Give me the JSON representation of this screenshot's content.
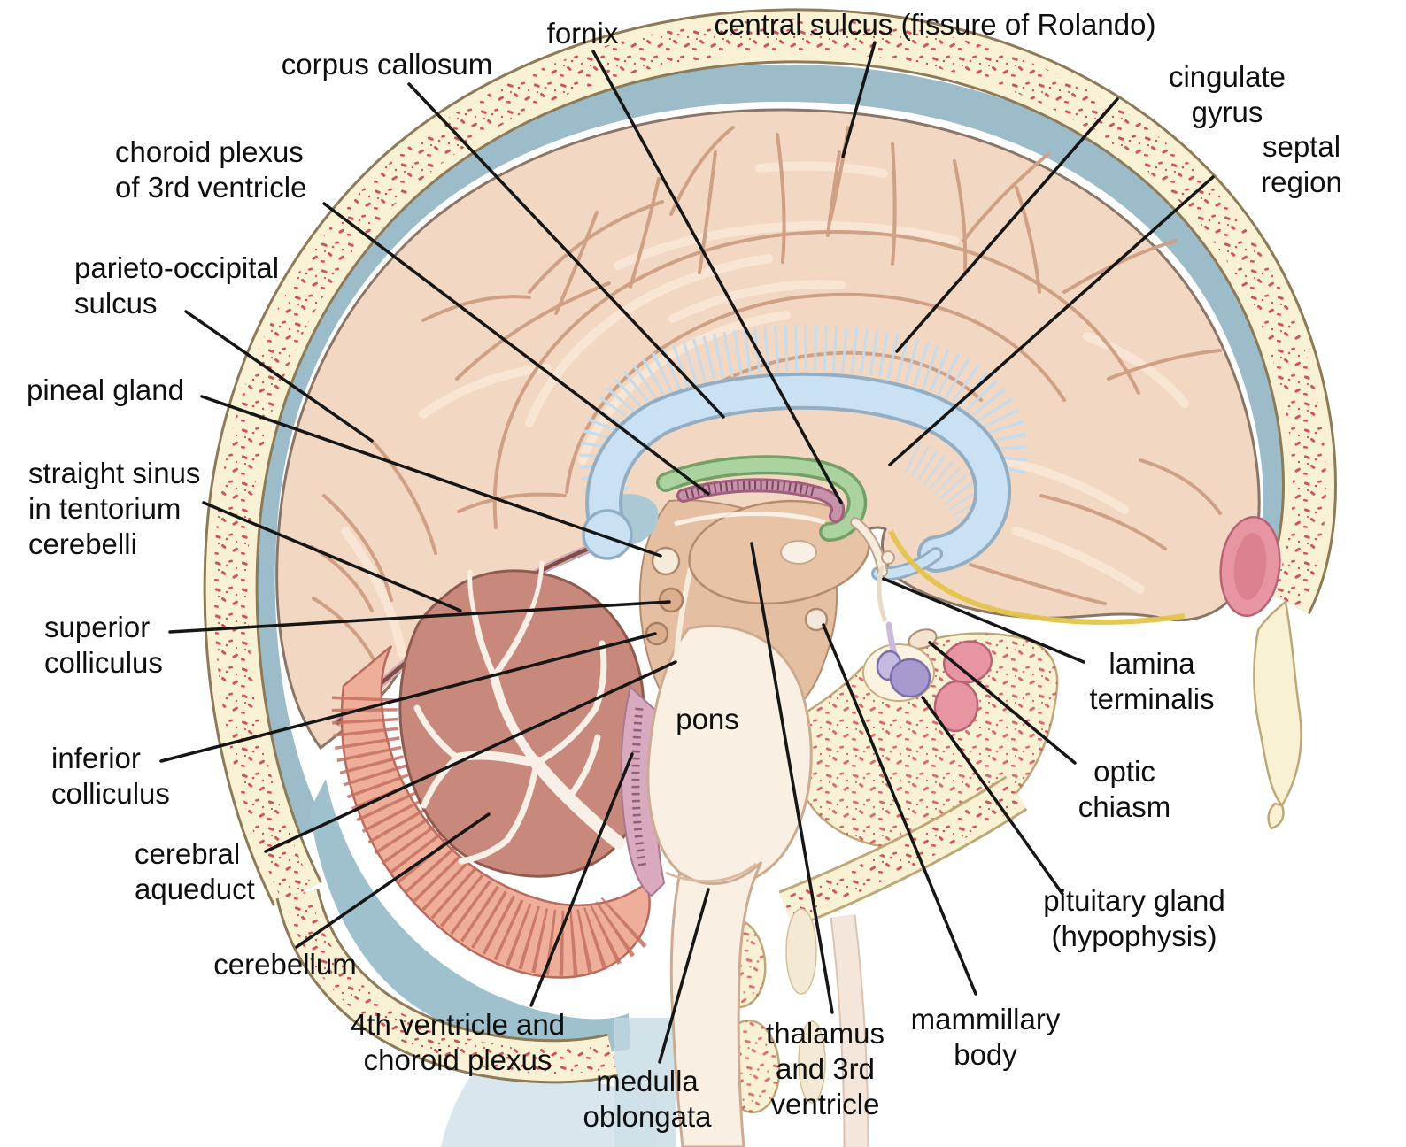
{
  "figure": {
    "subject": "Midsagittal section of the human brain and skull (anatomical diagram)",
    "background": "#ffffff"
  },
  "colors": {
    "leader_line": "#161616",
    "label_text": "#0f0f0f",
    "cortex": "#f2d8c2",
    "cortex_highlight": "#fbeada",
    "sulcus_line": "#cfa083",
    "csf_space_blue": "#9dbcca",
    "skull_bone_cream": "#f9f1d4",
    "bone_marrow_speckle": "#cb4050",
    "bone_edge": "#8d7a58",
    "corpus_callosum_blue": "#c9e1f3",
    "fornix_green": "#abd3a0",
    "choroid_plexus_mauve": "#c793ab",
    "thalamus_tan": "#e9c3a6",
    "brainstem_cream": "#f9efe3",
    "cerebellum_folia": "#efae9a",
    "cerebellum_body": "#c8897c",
    "arbor_vitae_white": "#f8efe6",
    "pituitary_purple": "#a899cf",
    "sinus_pink": "#e795a3",
    "hypothalamic_yellow": "#e3c44c",
    "fourth_ventricle_pink": "#d9aabf",
    "tentorium_brown": "#7c4f42"
  },
  "labels": [
    {
      "id": "fornix",
      "text": "fornix"
    },
    {
      "id": "central-sulcus",
      "text": "central sulcus (fissure of Rolando)"
    },
    {
      "id": "corpus-callosum",
      "text": "corpus callosum"
    },
    {
      "id": "cingulate-gyrus",
      "text": "cingulate gyrus"
    },
    {
      "id": "septal-region",
      "text": "septal region"
    },
    {
      "id": "choroid-plexus-3rd-ventricle",
      "text": "choroid plexus\nof 3rd ventricle"
    },
    {
      "id": "parieto-occipital-sulcus",
      "text": "parieto-occipital\nsulcus"
    },
    {
      "id": "pineal-gland",
      "text": "pineal gland"
    },
    {
      "id": "straight-sinus",
      "text": "straight sinus\nin tentorium\ncerebelli"
    },
    {
      "id": "superior-colliculus",
      "text": "superior\ncolliculus"
    },
    {
      "id": "inferior-colliculus",
      "text": "inferior\ncolliculus"
    },
    {
      "id": "cerebral-aqueduct",
      "text": "cerebral\naqueduct"
    },
    {
      "id": "cerebellum",
      "text": "cerebellum"
    },
    {
      "id": "fourth-ventricle",
      "text": "4th ventricle and\nchoroid plexus"
    },
    {
      "id": "medulla-oblongata",
      "text": "medulla\noblongata"
    },
    {
      "id": "pons",
      "text": "pons"
    },
    {
      "id": "thalamus-3rd-ventricle",
      "text": "thalamus\nand 3rd\nventricle"
    },
    {
      "id": "mammillary-body",
      "text": "mammillary\nbody"
    },
    {
      "id": "pituitary-gland",
      "text": "pituitary gland\n(hypophysis)"
    },
    {
      "id": "optic-chiasm",
      "text": "optic\nchiasm"
    },
    {
      "id": "lamina-terminalis",
      "text": "lamina\nterminalis"
    }
  ]
}
